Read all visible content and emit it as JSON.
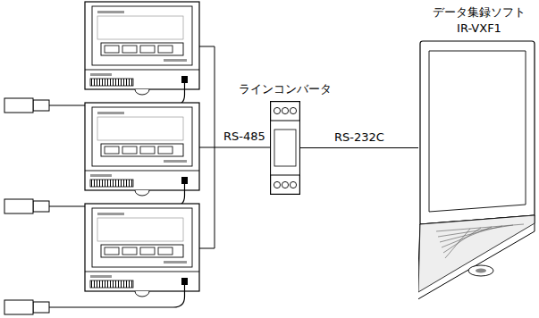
{
  "diagram": {
    "nodes": [
      {
        "text": [
          "ラインコンバータ"
        ]
      },
      {
        "text": [
          "データ集録ソフト IR-VXF1"
        ]
      }
    ],
    "edges": [
      {
        "from": 0,
        "to": 1,
        "label": "RS-232C",
        "arrow": "none"
      }
    ],
    "labels": [
      "RS-485"
    ]
  }
}
